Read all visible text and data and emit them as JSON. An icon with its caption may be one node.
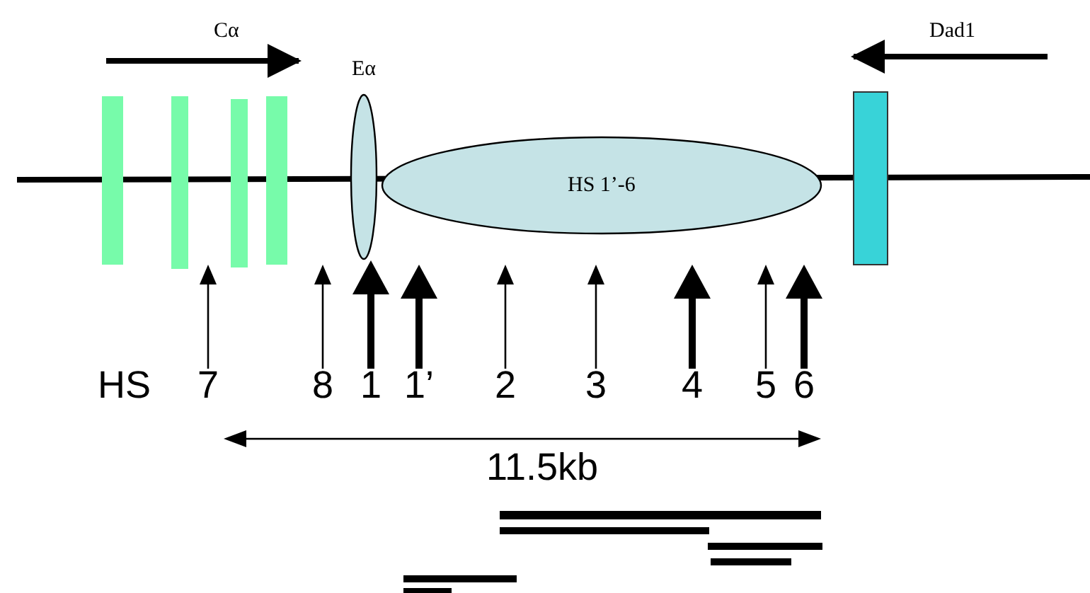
{
  "diagram": {
    "nodes": [
      {
        "text": [
          "Eα"
        ]
      },
      {
        "text": [
          "HS 1’-6"
        ]
      },
      {
        "text": [
          "7"
        ]
      },
      {
        "text": [
          "8"
        ]
      },
      {
        "text": [
          "1"
        ]
      },
      {
        "text": [
          "1’"
        ]
      },
      {
        "text": [
          "2"
        ]
      },
      {
        "text": [
          "3"
        ]
      },
      {
        "text": [
          "4"
        ]
      },
      {
        "text": [
          "5"
        ]
      },
      {
        "text": [
          "6"
        ]
      }
    ],
    "edges": [
      {
        "from": 2,
        "to": null,
        "arrow": "to"
      },
      {
        "from": 3,
        "to": null,
        "arrow": "to"
      },
      {
        "from": 4,
        "to": 0,
        "arrow": "to",
        "style": "thick"
      },
      {
        "from": 5,
        "to": null,
        "arrow": "to",
        "style": "thick"
      },
      {
        "from": 6,
        "to": null,
        "arrow": "to"
      },
      {
        "from": 7,
        "to": null,
        "arrow": "to"
      },
      {
        "from": 8,
        "to": null,
        "arrow": "to",
        "style": "thick"
      },
      {
        "from": 9,
        "to": null,
        "arrow": "to"
      },
      {
        "from": 10,
        "to": null,
        "arrow": "to",
        "style": "thick"
      }
    ],
    "labels": [
      "Cα",
      "Dad1",
      "HS",
      "11.5kb"
    ]
  }
}
